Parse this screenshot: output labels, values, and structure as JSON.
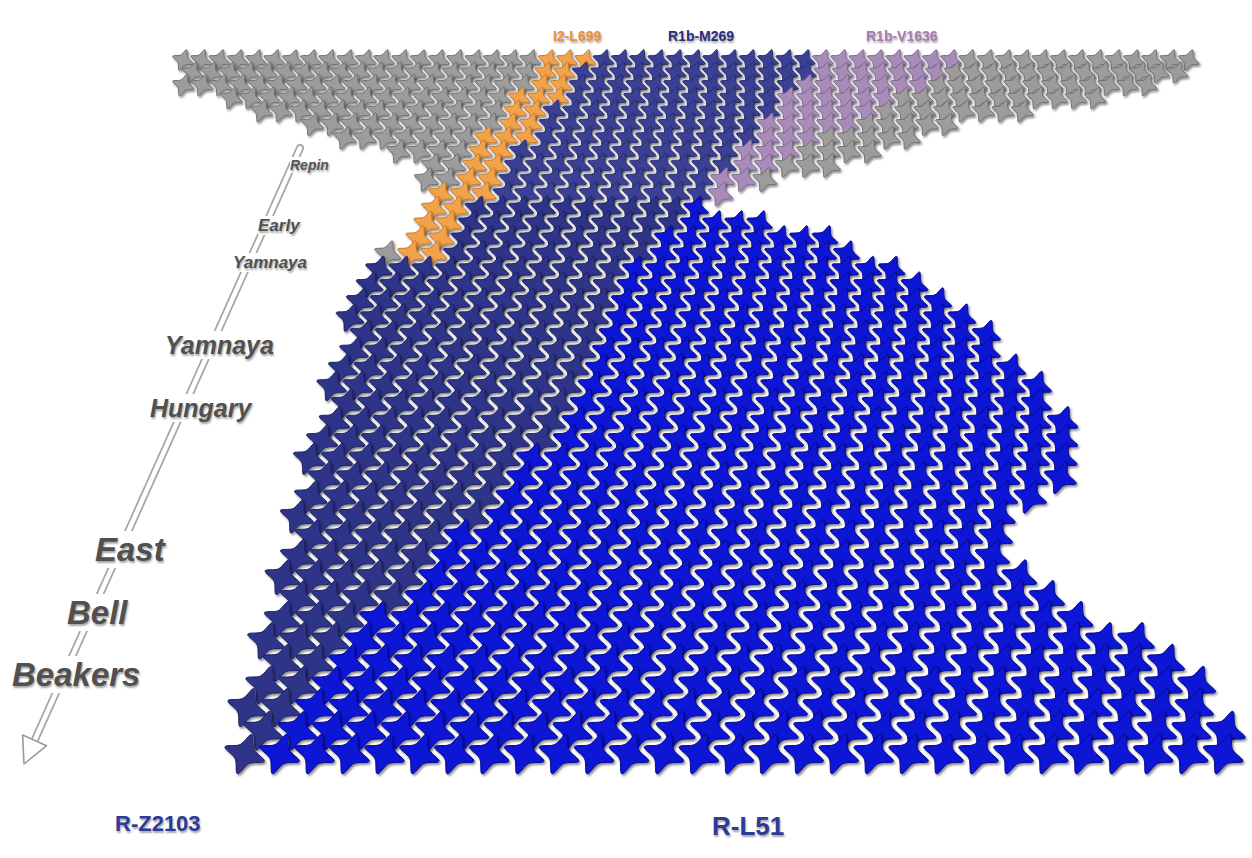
{
  "diagram": {
    "labels": [
      "I2-L699",
      "R1b-M269",
      "R1b-V1636",
      "Repin",
      "Early Yamnaya",
      "Yamnaya Hungary",
      "East Bell Beakers",
      "R-Z2103",
      "R-L51"
    ]
  }
}
